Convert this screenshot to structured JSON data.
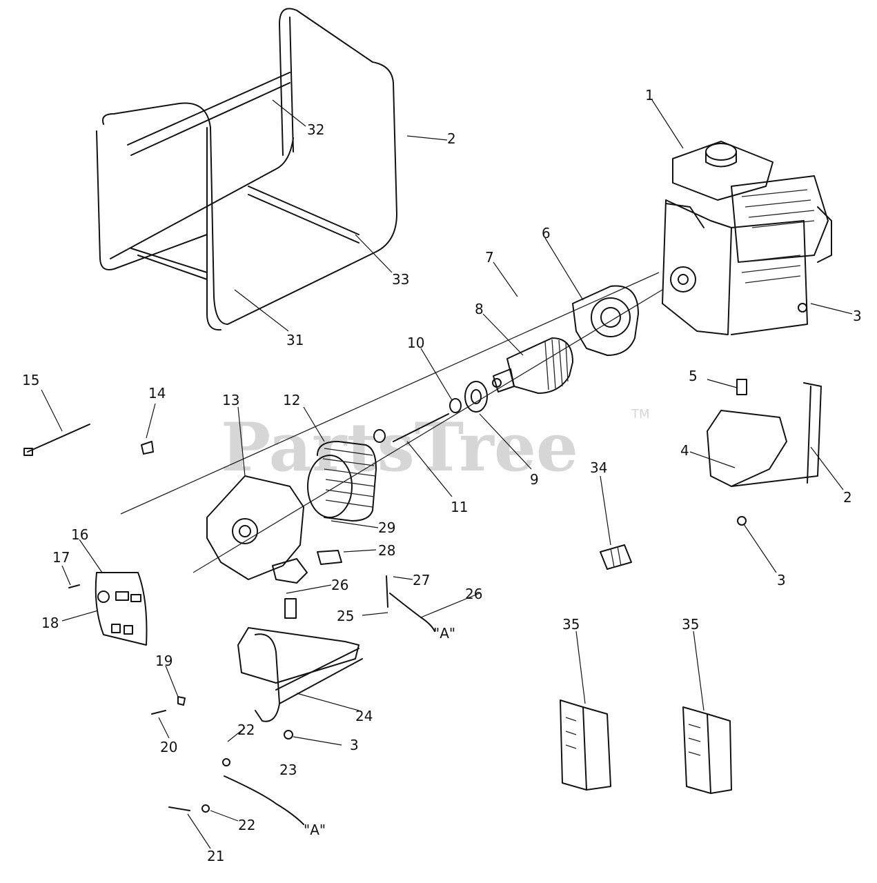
{
  "watermark": {
    "text": "PartsTree",
    "trademark": "TM"
  },
  "callouts": {
    "c1": "1",
    "c2a": "2",
    "c2b": "2",
    "c3a": "3",
    "c3b": "3",
    "c3c": "3",
    "c4": "4",
    "c5": "5",
    "c6": "6",
    "c7": "7",
    "c8": "8",
    "c9": "9",
    "c10": "10",
    "c11": "11",
    "c12": "12",
    "c13": "13",
    "c14": "14",
    "c15": "15",
    "c16": "16",
    "c17": "17",
    "c18": "18",
    "c19": "19",
    "c20": "20",
    "c21": "21",
    "c22a": "22",
    "c22b": "22",
    "c23": "23",
    "c24": "24",
    "c25": "25",
    "c26a": "26",
    "c26b": "26",
    "c27": "27",
    "c28": "28",
    "c29": "29",
    "c31": "31",
    "c32": "32",
    "c33": "33",
    "c34": "34",
    "c35a": "35",
    "c35b": "35",
    "wireA1": "\"A\"",
    "wireA2": "\"A\""
  },
  "colors": {
    "line": "#111111",
    "watermark": "#d6d6d6",
    "background": "#ffffff"
  }
}
